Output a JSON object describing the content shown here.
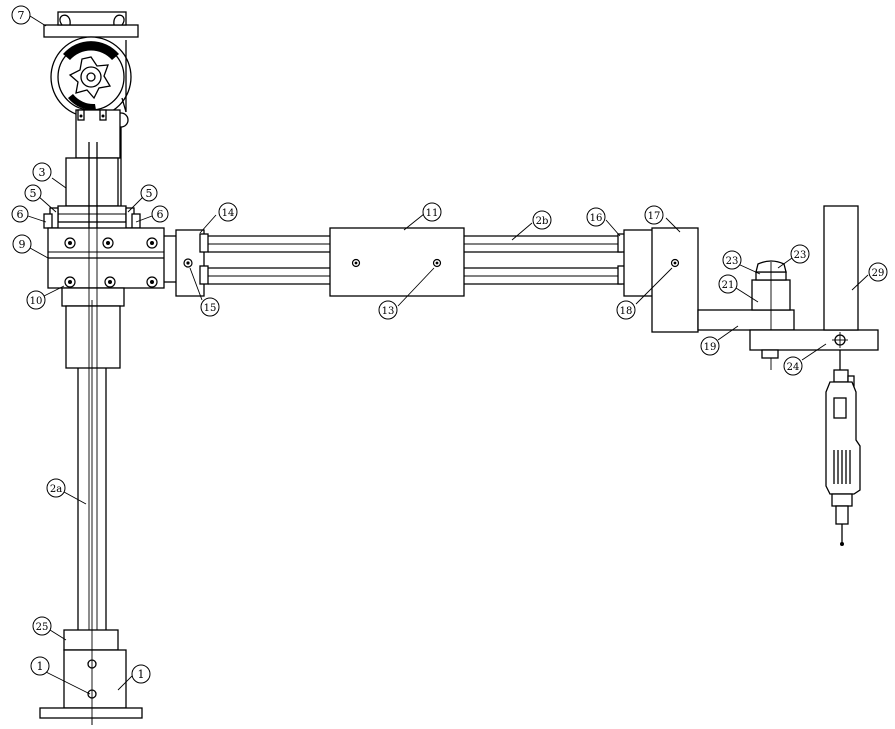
{
  "callouts": [
    {
      "key": "c7",
      "text": "7"
    },
    {
      "key": "c3",
      "text": "3"
    },
    {
      "key": "c5a",
      "text": "5"
    },
    {
      "key": "c5b",
      "text": "5"
    },
    {
      "key": "c6a",
      "text": "6"
    },
    {
      "key": "c6b",
      "text": "6"
    },
    {
      "key": "c9",
      "text": "9"
    },
    {
      "key": "c10",
      "text": "10"
    },
    {
      "key": "c14",
      "text": "14"
    },
    {
      "key": "c15",
      "text": "15"
    },
    {
      "key": "c11",
      "text": "11"
    },
    {
      "key": "c13",
      "text": "13"
    },
    {
      "key": "c2b",
      "text": "2b"
    },
    {
      "key": "c16",
      "text": "16"
    },
    {
      "key": "c17",
      "text": "17"
    },
    {
      "key": "c18",
      "text": "18"
    },
    {
      "key": "c23a",
      "text": "23"
    },
    {
      "key": "c23b",
      "text": "23"
    },
    {
      "key": "c21",
      "text": "21"
    },
    {
      "key": "c29",
      "text": "29"
    },
    {
      "key": "c19",
      "text": "19"
    },
    {
      "key": "c24",
      "text": "24"
    },
    {
      "key": "c2a",
      "text": "2a"
    },
    {
      "key": "c25",
      "text": "25"
    },
    {
      "key": "c1a",
      "text": "1"
    },
    {
      "key": "c1b",
      "text": "1"
    }
  ]
}
